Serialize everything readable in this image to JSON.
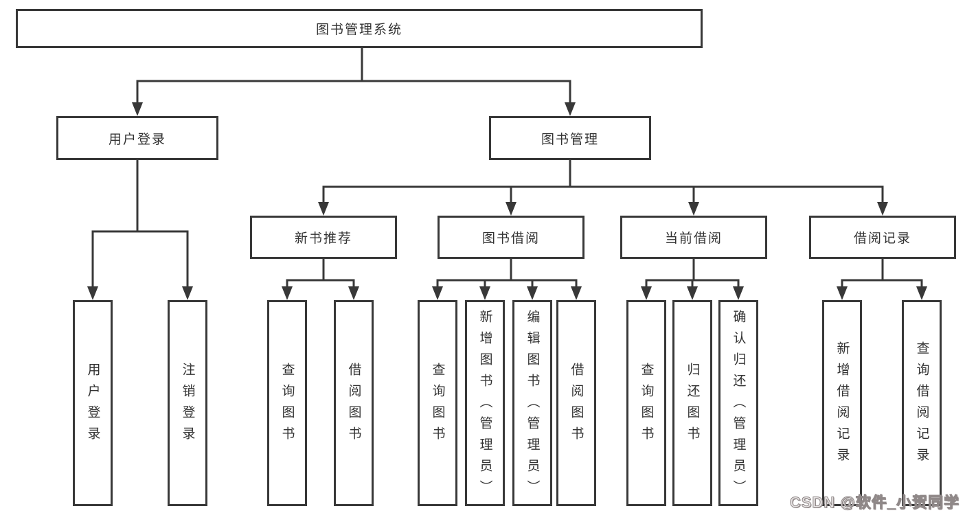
{
  "diagram": {
    "title": "图书管理系统",
    "nodes": {
      "root": "图书管理系统",
      "user_login": "用户登录",
      "book_mgmt": "图书管理",
      "new_book_rec": "新书推荐",
      "book_borrow": "图书借阅",
      "current_borrow": "当前借阅",
      "borrow_record": "借阅记录",
      "leaf_user_login": "用户登录",
      "leaf_logout": "注销登录",
      "rec_query_book": "查询图书",
      "rec_borrow_book": "借阅图书",
      "bb_query_book": "查询图书",
      "bb_add_book": "新增图书（管理员）",
      "bb_edit_book": "编辑图书（管理员）",
      "bb_borrow_book": "借阅图书",
      "cb_query_book": "查询图书",
      "cb_return_book": "归还图书",
      "cb_confirm_return": "确认归还（管理员）",
      "br_add_record": "新增借阅记录",
      "br_query_record": "查询借阅记录"
    },
    "edges": [
      "root->用户登录",
      "root->图书管理",
      "用户登录->用户登录(叶)",
      "用户登录->注销登录",
      "图书管理->新书推荐",
      "图书管理->图书借阅",
      "图书管理->当前借阅",
      "图书管理->借阅记录",
      "新书推荐->查询图书",
      "新书推荐->借阅图书",
      "图书借阅->查询图书",
      "图书借阅->新增图书（管理员）",
      "图书借阅->编辑图书（管理员）",
      "图书借阅->借阅图书",
      "当前借阅->查询图书",
      "当前借阅->归还图书",
      "当前借阅->确认归还（管理员）",
      "借阅记录->新增借阅记录",
      "借阅记录->查询借阅记录"
    ]
  },
  "watermark": {
    "text": "CSDN @软件_小贺同学"
  },
  "colors": {
    "background": "#ffffff",
    "line": "#383838",
    "box_border": "#383838",
    "text": "#333333",
    "watermark_fill": "#e6e2e2",
    "watermark_outline": "#8f8888"
  }
}
